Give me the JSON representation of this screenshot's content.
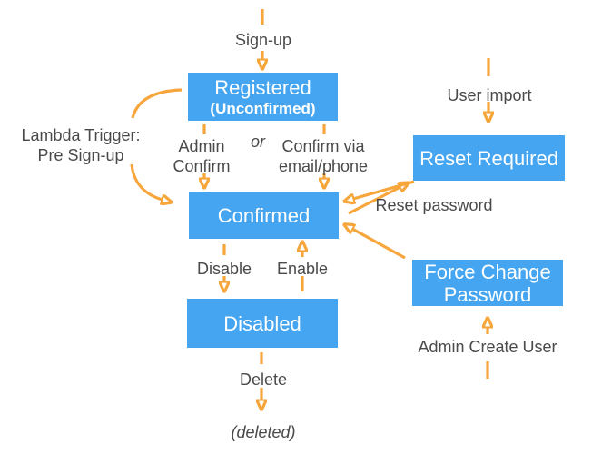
{
  "colors": {
    "state_box_blue": "#45a5f0",
    "arrow_orange": "#f7a63c",
    "label_gray": "#4a4a4a",
    "box_text_white": "#ffffff"
  },
  "states": {
    "registered": {
      "title": "Registered",
      "subtitle": "(Unconfirmed)"
    },
    "confirmed": {
      "title": "Confirmed"
    },
    "disabled": {
      "title": "Disabled"
    },
    "reset_required": {
      "title": "Reset Required"
    },
    "force_change_password": {
      "title": "Force Change\nPassword"
    }
  },
  "labels": {
    "sign_up": "Sign-up",
    "lambda_trigger": "Lambda Trigger:\nPre Sign-up",
    "admin_confirm": "Admin\nConfirm",
    "or": "or",
    "confirm_via": "Confirm via\nemail/phone",
    "user_import": "User import",
    "reset_password": "Reset password",
    "disable": "Disable",
    "enable": "Enable",
    "delete": "Delete",
    "deleted": "(deleted)",
    "admin_create_user": "Admin Create User"
  }
}
